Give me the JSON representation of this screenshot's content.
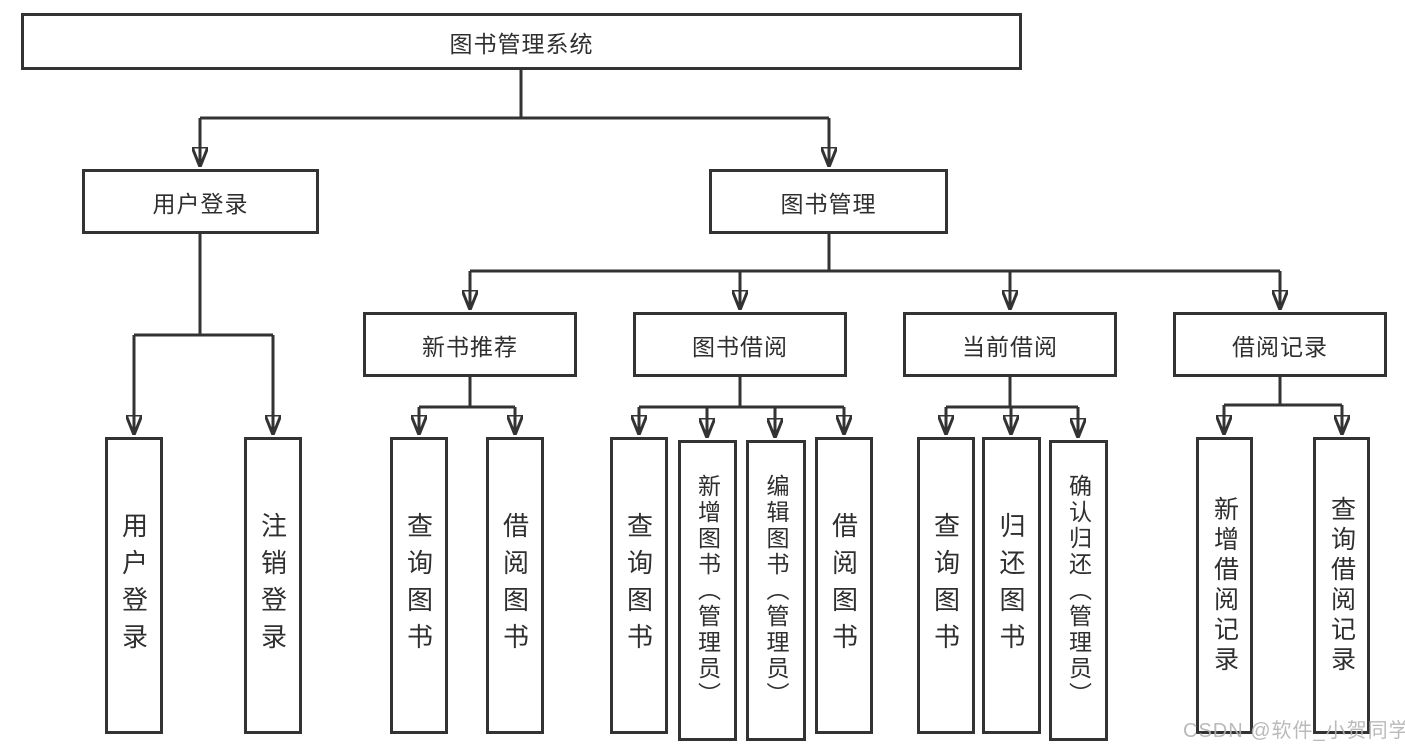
{
  "diagram": {
    "title": "图书管理系统",
    "colors": {
      "line": "#333333",
      "text": "#2f2f2f",
      "watermark": "#b3b3b3",
      "background": "#ffffff"
    },
    "nodes": {
      "root": "图书管理系统",
      "user_login": "用户登录",
      "book_mgmt": "图书管理",
      "login_user": "用户登录",
      "login_logout": "注销登录",
      "new_books": "新书推荐",
      "book_borrow": "图书借阅",
      "current_borrow": "当前借阅",
      "borrow_records": "借阅记录",
      "newbooks_query": "查询图书",
      "newbooks_borrow": "借阅图书",
      "borrow_query": "查询图书",
      "borrow_add": "新增图书（管理员）",
      "borrow_edit": "编辑图书（管理员）",
      "borrow_borrow": "借阅图书",
      "current_query": "查询图书",
      "current_return": "归还图书",
      "current_confirm": "确认归还（管理员）",
      "records_add": "新增借阅记录",
      "records_query": "查询借阅记录"
    },
    "watermark": "CSDN @软件_小贺同学"
  }
}
